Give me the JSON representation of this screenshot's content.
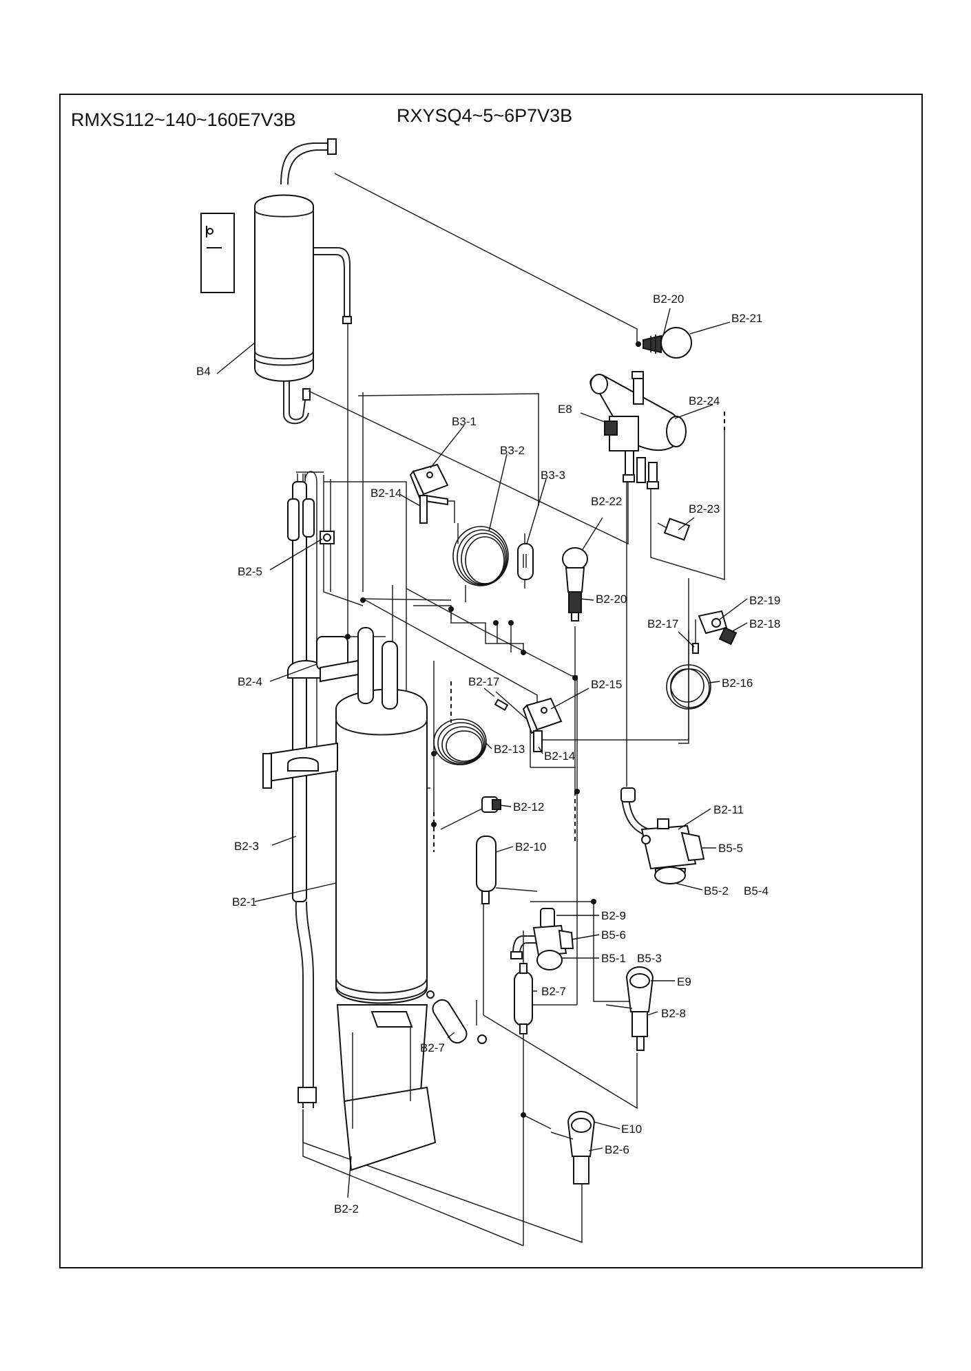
{
  "header": {
    "model_left": "RMXS112~140~160E7V3B",
    "model_right": "RXYSQ4~5~6P7V3B"
  },
  "labels": {
    "B4": "B4",
    "B2_20_top": "B2-20",
    "B2_21": "B2-21",
    "E8": "E8",
    "B2_24": "B2-24",
    "B3_1": "B3-1",
    "B3_2": "B3-2",
    "B3_3": "B3-3",
    "B2_14_top": "B2-14",
    "B2_22": "B2-22",
    "B2_23": "B2-23",
    "B2_5": "B2-5",
    "B2_20_mid": "B2-20",
    "B2_19": "B2-19",
    "B2_18": "B2-18",
    "B2_17_right": "B2-17",
    "B2_4": "B2-4",
    "B2_17_mid": "B2-17",
    "B2_15": "B2-15",
    "B2_16": "B2-16",
    "B2_13": "B2-13",
    "B2_14_mid": "B2-14",
    "B2_12": "B2-12",
    "B2_11": "B2-11",
    "B2_3": "B2-3",
    "B2_10": "B2-10",
    "B5_5": "B5-5",
    "B2_1": "B2-1",
    "B5_2": "B5-2",
    "B5_4": "B5-4",
    "B2_9": "B2-9",
    "B5_6": "B5-6",
    "B5_1": "B5-1",
    "B5_3": "B5-3",
    "E9": "E9",
    "B2_7_right": "B2-7",
    "B2_8": "B2-8",
    "B2_7_left": "B2-7",
    "E10": "E10",
    "B2_6": "B2-6",
    "B2_2": "B2-2"
  }
}
